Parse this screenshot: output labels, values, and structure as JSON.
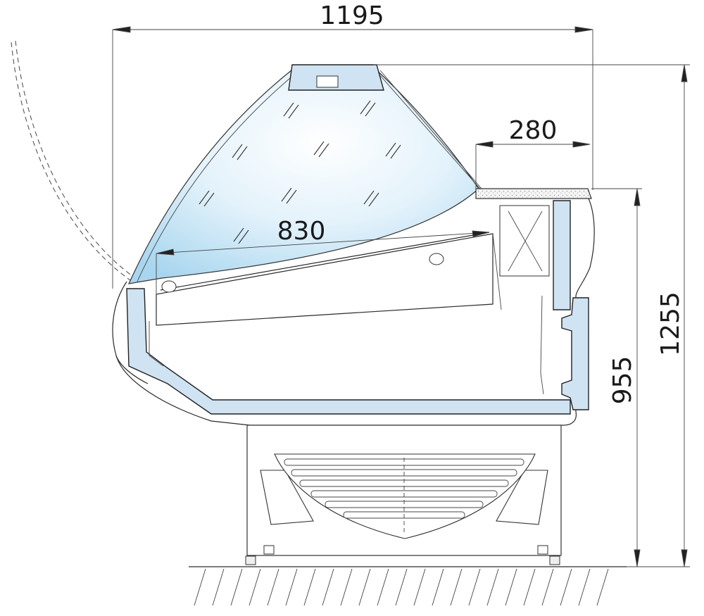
{
  "dimensions": {
    "total_depth": "1195",
    "top_depth": "280",
    "shelf_depth": "830",
    "counter_height": "955",
    "total_height": "1255"
  },
  "colors": {
    "glass_light": "#ffffff",
    "glass_blue": "#b9ddf2",
    "panel_blue": "#cfe3f3",
    "line": "#222222"
  }
}
